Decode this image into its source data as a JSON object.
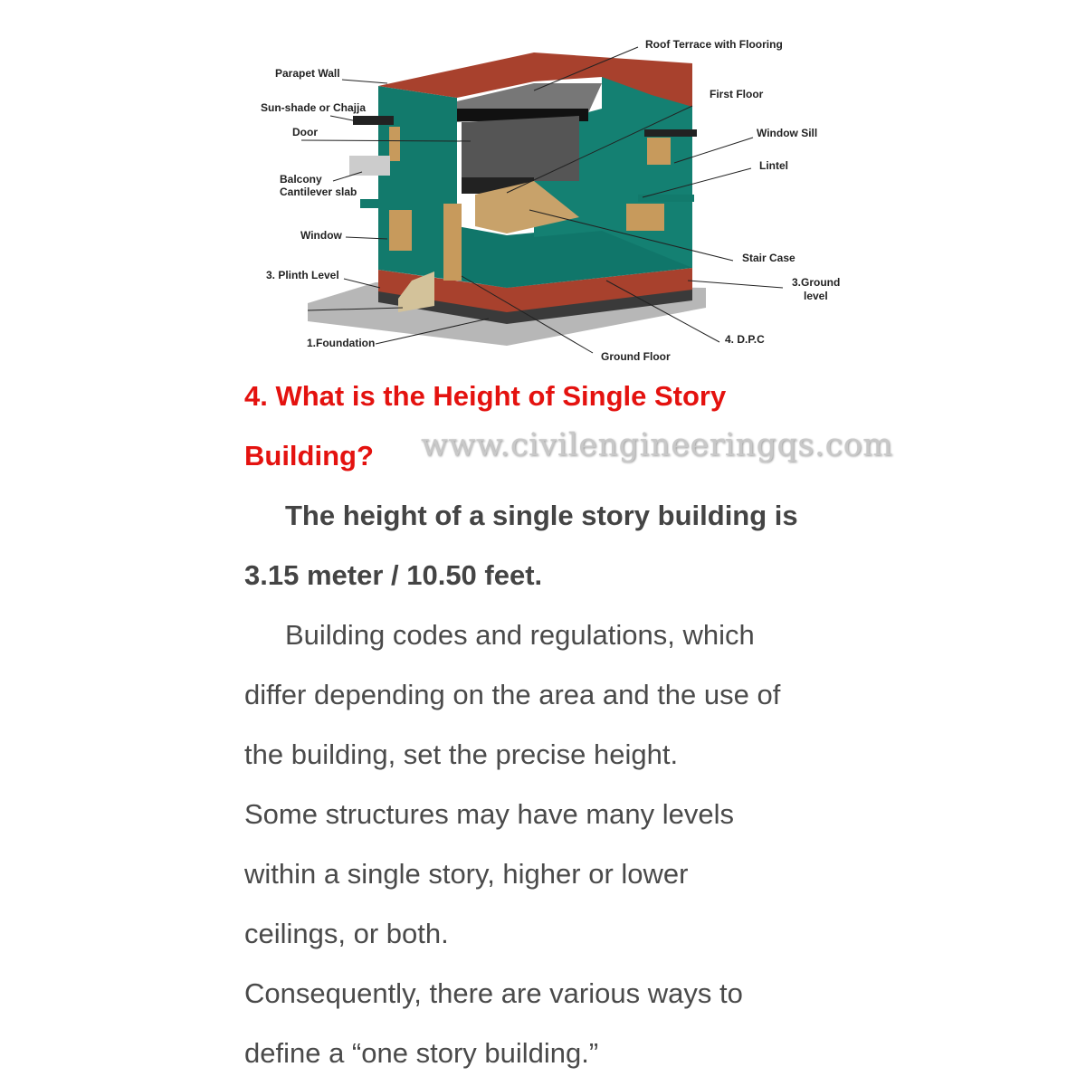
{
  "diagram": {
    "labels": {
      "roof_terrace": "Roof Terrace with Flooring",
      "parapet_wall": "Parapet Wall",
      "first_floor": "First Floor",
      "sun_shade": "Sun-shade or Chajja",
      "door": "Door",
      "window_sill": "Window Sill",
      "lintel": "Lintel",
      "balcony_1": "Balcony",
      "balcony_2": "Cantilever slab",
      "window": "Window",
      "stair_case": "Stair Case",
      "plinth_level": "3. Plinth Level",
      "ground_level_1": "3.Ground",
      "ground_level_2": "level",
      "dpc": "4. D.P.C",
      "foundation": "1.Foundation",
      "ground_floor": "Ground Floor"
    },
    "colors": {
      "wall": "#137a6c",
      "brick": "#a8412d",
      "base": "#b5b5b5",
      "wood": "#c79a5c"
    }
  },
  "article": {
    "heading_lines": [
      "4. What is the Height of Single Story",
      "Building?"
    ],
    "answer_lines": [
      "The height of a single story building is",
      "3.15 meter / 10.50 feet."
    ],
    "body_lines": [
      "Building codes and regulations, which",
      "differ depending on the area and the use of",
      "the building, set the precise height.",
      "Some structures may have many levels",
      "within a single story, higher or lower",
      "ceilings, or both.",
      "Consequently, there are various ways to",
      "define a “one story building.”"
    ]
  },
  "watermark": "www.civilengineeringqs.com"
}
